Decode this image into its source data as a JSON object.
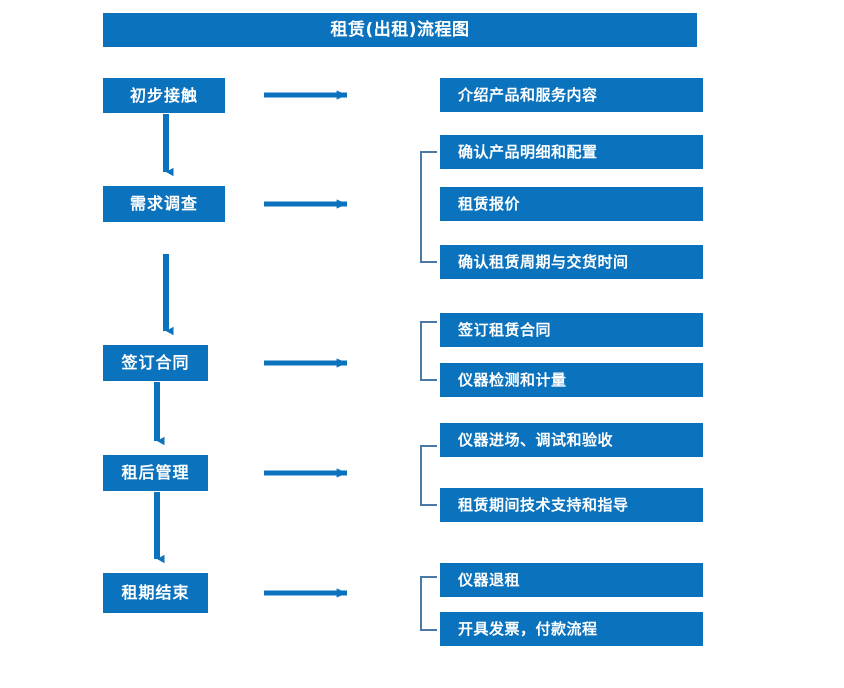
{
  "title": {
    "text": "租赁(出租)流程图"
  },
  "colors": {
    "box_fill": "#0b72bd",
    "box_text": "#ffffff",
    "arrow": "#0b72bd",
    "bracket": "#4a79a8",
    "background": "#ffffff"
  },
  "stages": [
    {
      "id": "initial-contact",
      "label": "初步接触"
    },
    {
      "id": "needs-survey",
      "label": "需求调查"
    },
    {
      "id": "sign-contract",
      "label": "签订合同"
    },
    {
      "id": "post-rent-manage",
      "label": "租后管理"
    },
    {
      "id": "lease-end",
      "label": "租期结束"
    }
  ],
  "details": [
    {
      "id": "introduce-products",
      "label": "介绍产品和服务内容"
    },
    {
      "id": "confirm-spec-config",
      "label": "确认产品明细和配置"
    },
    {
      "id": "rental-quotation",
      "label": "租赁报价"
    },
    {
      "id": "confirm-term-delivery",
      "label": "确认租赁周期与交货时间"
    },
    {
      "id": "sign-lease-contract",
      "label": "签订租赁合同"
    },
    {
      "id": "instrument-test",
      "label": "仪器检测和计量"
    },
    {
      "id": "instrument-install",
      "label": "仪器进场、调试和验收"
    },
    {
      "id": "tech-support",
      "label": "租赁期间技术支持和指导"
    },
    {
      "id": "instrument-return",
      "label": "仪器退租"
    },
    {
      "id": "invoice-payment",
      "label": "开具发票，付款流程"
    }
  ],
  "chart_data": {
    "type": "diagram",
    "diagram_kind": "flowchart",
    "title": "租赁(出租)流程图",
    "orientation": "vertical-with-side-branches",
    "nodes": [
      {
        "id": "initial-contact",
        "label": "初步接触",
        "column": "left",
        "order": 1
      },
      {
        "id": "needs-survey",
        "label": "需求调查",
        "column": "left",
        "order": 2
      },
      {
        "id": "sign-contract",
        "label": "签订合同",
        "column": "left",
        "order": 3
      },
      {
        "id": "post-rent-manage",
        "label": "租后管理",
        "column": "left",
        "order": 4
      },
      {
        "id": "lease-end",
        "label": "租期结束",
        "column": "left",
        "order": 5
      },
      {
        "id": "introduce-products",
        "label": "介绍产品和服务内容",
        "column": "right",
        "parent": "initial-contact"
      },
      {
        "id": "confirm-spec-config",
        "label": "确认产品明细和配置",
        "column": "right",
        "parent": "needs-survey"
      },
      {
        "id": "rental-quotation",
        "label": "租赁报价",
        "column": "right",
        "parent": "needs-survey"
      },
      {
        "id": "confirm-term-delivery",
        "label": "确认租赁周期与交货时间",
        "column": "right",
        "parent": "needs-survey"
      },
      {
        "id": "sign-lease-contract",
        "label": "签订租赁合同",
        "column": "right",
        "parent": "sign-contract"
      },
      {
        "id": "instrument-test",
        "label": "仪器检测和计量",
        "column": "right",
        "parent": "sign-contract"
      },
      {
        "id": "instrument-install",
        "label": "仪器进场、调试和验收",
        "column": "right",
        "parent": "post-rent-manage"
      },
      {
        "id": "tech-support",
        "label": "租赁期间技术支持和指导",
        "column": "right",
        "parent": "post-rent-manage"
      },
      {
        "id": "instrument-return",
        "label": "仪器退租",
        "column": "right",
        "parent": "lease-end"
      },
      {
        "id": "invoice-payment",
        "label": "开具发票，付款流程",
        "column": "right",
        "parent": "lease-end"
      }
    ],
    "edges": [
      {
        "from": "initial-contact",
        "to": "needs-survey",
        "kind": "down-arrow"
      },
      {
        "from": "needs-survey",
        "to": "sign-contract",
        "kind": "down-arrow"
      },
      {
        "from": "sign-contract",
        "to": "post-rent-manage",
        "kind": "down-arrow"
      },
      {
        "from": "post-rent-manage",
        "to": "lease-end",
        "kind": "down-arrow"
      },
      {
        "from": "initial-contact",
        "to": "introduce-products",
        "kind": "right-arrow"
      },
      {
        "from": "needs-survey",
        "to": "needs-survey-group",
        "kind": "right-arrow-bracket"
      },
      {
        "from": "sign-contract",
        "to": "contract-group",
        "kind": "right-arrow-bracket"
      },
      {
        "from": "post-rent-manage",
        "to": "post-rent-group",
        "kind": "right-arrow-bracket"
      },
      {
        "from": "lease-end",
        "to": "lease-end-group",
        "kind": "right-arrow-bracket"
      }
    ]
  }
}
